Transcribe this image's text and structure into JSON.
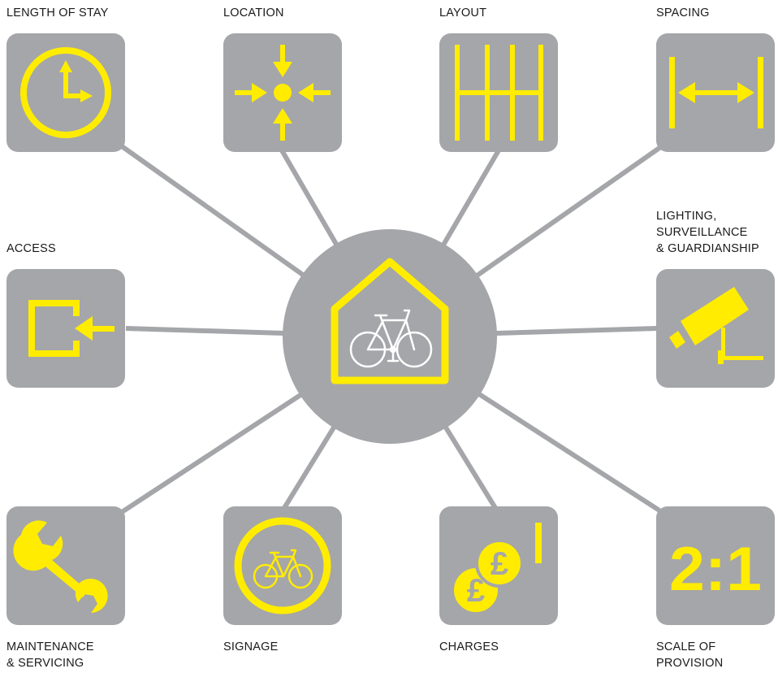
{
  "colors": {
    "tile": "#a5a6a9",
    "icon": "#ffec00",
    "line": "#a5a6a9",
    "text": "#1a1a1a"
  },
  "hub": {
    "icon": "bike-shelter-icon"
  },
  "nodes": [
    {
      "id": "length-of-stay",
      "lines": [
        "LENGTH OF STAY"
      ],
      "icon": "clock-icon"
    },
    {
      "id": "location",
      "lines": [
        "LOCATION"
      ],
      "icon": "converging-arrows-icon"
    },
    {
      "id": "layout",
      "lines": [
        "LAYOUT"
      ],
      "icon": "rack-layout-icon"
    },
    {
      "id": "spacing",
      "lines": [
        "SPACING"
      ],
      "icon": "spacing-arrow-icon"
    },
    {
      "id": "access",
      "lines": [
        "ACCESS"
      ],
      "icon": "entry-arrow-icon"
    },
    {
      "id": "lighting",
      "lines": [
        "LIGHTING,",
        "SURVEILLANCE",
        "& GUARDIANSHIP"
      ],
      "icon": "cctv-camera-icon"
    },
    {
      "id": "maintenance",
      "lines": [
        "MAINTENANCE",
        "& SERVICING"
      ],
      "icon": "wrench-icon"
    },
    {
      "id": "signage",
      "lines": [
        "SIGNAGE"
      ],
      "icon": "bike-sign-icon"
    },
    {
      "id": "charges",
      "lines": [
        "CHARGES"
      ],
      "icon": "pound-coins-icon",
      "coin_symbol": "£"
    },
    {
      "id": "scale-of-provision",
      "lines": [
        "SCALE OF",
        "PROVISION"
      ],
      "icon": "ratio-icon",
      "ratio_text": "2:1"
    }
  ]
}
